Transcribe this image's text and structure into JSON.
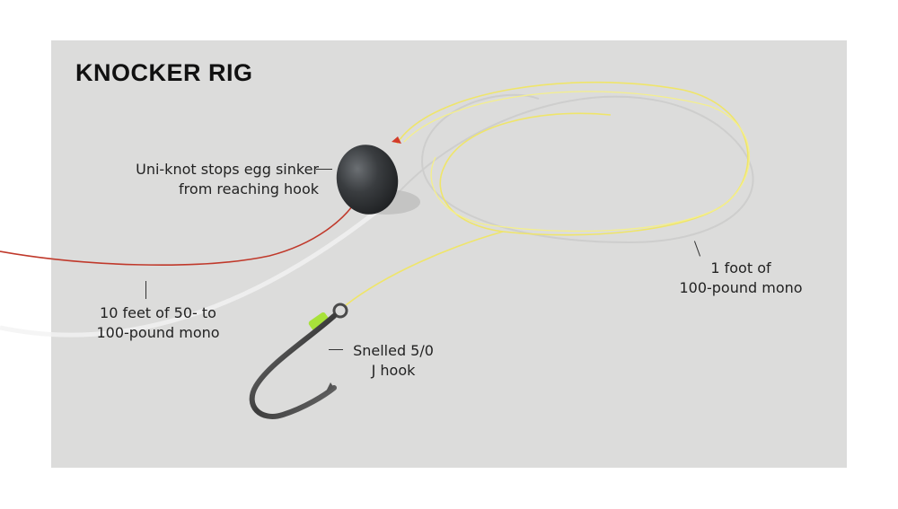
{
  "title": "KNOCKER RIG",
  "callouts": {
    "uni_knot": {
      "line1": "Uni-knot stops egg sinker",
      "line2": "from reaching hook"
    },
    "main_line": {
      "line1": "10 feet of 50- to",
      "line2": "100-pound mono"
    },
    "leader": {
      "line1": "1 foot of",
      "line2": "100-pound mono"
    },
    "hook": {
      "line1": "Snelled 5/0",
      "line2": "J hook"
    }
  },
  "colors": {
    "panel": "#dcdcdb",
    "main_line": "#c0392b",
    "leader": "#f2f07a",
    "sinker": "#3a3d40",
    "hook": "#4a4a4a",
    "snell": "#a8e23a"
  }
}
